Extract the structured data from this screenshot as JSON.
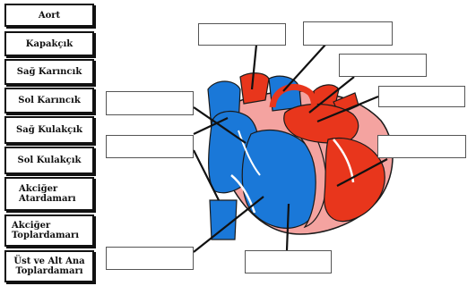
{
  "colors": {
    "oxygenated": "#e8361c",
    "deoxygenated": "#1a78d8",
    "muscle": "#f4a3a0",
    "outline": "#1a1a1a"
  },
  "terms": [
    {
      "id": "aort",
      "label": "Aort"
    },
    {
      "id": "kapakcik",
      "label": "Kapakçık"
    },
    {
      "id": "sag-karincik",
      "label": "Sağ Karıncık"
    },
    {
      "id": "sol-karincik",
      "label": "Sol Karıncık"
    },
    {
      "id": "sag-kulakcik",
      "label": "Sağ Kulakçık"
    },
    {
      "id": "sol-kulakcik",
      "label": "Sol Kulakçık"
    },
    {
      "id": "akciger-atardamari",
      "label": "Akciğer Atardamarı"
    },
    {
      "id": "akciger-toplardamari",
      "label": "Akciğer Toplardamarı"
    },
    {
      "id": "ust-alt-ana-toplardamari",
      "label": "Üst ve Alt Ana Toplardamarı"
    }
  ],
  "answer_boxes": [
    "",
    "",
    "",
    "",
    "",
    "",
    "",
    "",
    "",
    ""
  ]
}
